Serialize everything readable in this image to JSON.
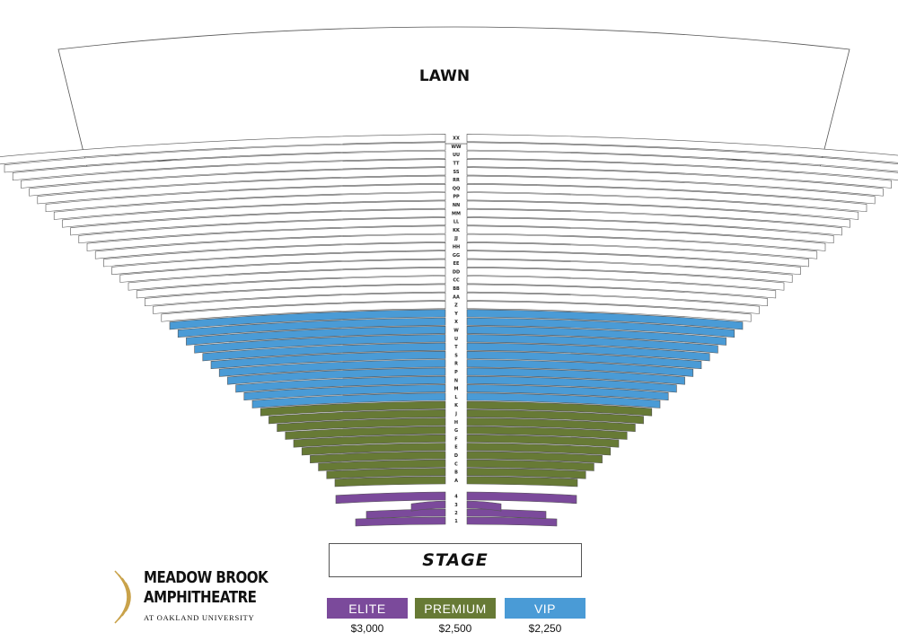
{
  "venue": {
    "lawn_label": "LAWN",
    "stage_label": "STAGE",
    "logo": {
      "line1": "MEADOW BROOK",
      "line2": "AMPHITHEATRE",
      "line3": "AT OAKLAND UNIVERSITY"
    }
  },
  "colors": {
    "elite": "#7b4a9b",
    "premium": "#677a35",
    "vip": "#4a9bd6",
    "general": "#ffffff",
    "outline": "#555555",
    "logo_gold": "#c9a24a"
  },
  "rows": {
    "general": [
      "XX",
      "WW",
      "UU",
      "TT",
      "SS",
      "RR",
      "QQ",
      "PP",
      "NN",
      "MM",
      "LL",
      "KK",
      "JJ",
      "HH",
      "GG",
      "EE",
      "DD",
      "CC",
      "BB",
      "AA",
      "Z"
    ],
    "vip": [
      "Y",
      "X",
      "W",
      "U",
      "T",
      "S",
      "R",
      "P",
      "N",
      "M",
      "L"
    ],
    "premium": [
      "K",
      "J",
      "H",
      "G",
      "F",
      "E",
      "D",
      "C",
      "B",
      "A"
    ],
    "elite": [
      "4",
      "3",
      "2",
      "1"
    ]
  },
  "legend": [
    {
      "tier": "elite",
      "label": "ELITE",
      "price": "$3,000"
    },
    {
      "tier": "premium",
      "label": "PREMIUM",
      "price": "$2,500"
    },
    {
      "tier": "vip",
      "label": "VIP",
      "price": "$2,250"
    }
  ]
}
